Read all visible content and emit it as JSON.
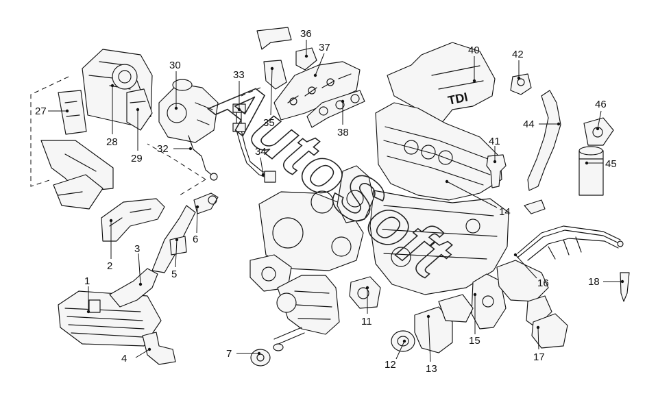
{
  "watermark": "AutoSoft",
  "callouts": [
    {
      "id": "c1",
      "text": "1"
    },
    {
      "id": "c2",
      "text": "2"
    },
    {
      "id": "c3",
      "text": "3"
    },
    {
      "id": "c4",
      "text": "4"
    },
    {
      "id": "c5",
      "text": "5"
    },
    {
      "id": "c6",
      "text": "6"
    },
    {
      "id": "c7",
      "text": "7"
    },
    {
      "id": "c11",
      "text": "11"
    },
    {
      "id": "c12",
      "text": "12"
    },
    {
      "id": "c13",
      "text": "13"
    },
    {
      "id": "c14",
      "text": "14"
    },
    {
      "id": "c15",
      "text": "15"
    },
    {
      "id": "c16",
      "text": "16"
    },
    {
      "id": "c17",
      "text": "17"
    },
    {
      "id": "c18",
      "text": "18"
    },
    {
      "id": "c27",
      "text": "27"
    },
    {
      "id": "c28",
      "text": "28"
    },
    {
      "id": "c29",
      "text": "29"
    },
    {
      "id": "c30",
      "text": "30"
    },
    {
      "id": "c32",
      "text": "32"
    },
    {
      "id": "c33",
      "text": "33"
    },
    {
      "id": "c34",
      "text": "34"
    },
    {
      "id": "c35",
      "text": "35"
    },
    {
      "id": "c36",
      "text": "36"
    },
    {
      "id": "c37",
      "text": "37"
    },
    {
      "id": "c38",
      "text": "38"
    },
    {
      "id": "c40",
      "text": "40"
    },
    {
      "id": "c41",
      "text": "41"
    },
    {
      "id": "c42",
      "text": "42"
    },
    {
      "id": "c44",
      "text": "44"
    },
    {
      "id": "c45",
      "text": "45"
    },
    {
      "id": "c46",
      "text": "46"
    }
  ],
  "engine_badge": "TDI"
}
